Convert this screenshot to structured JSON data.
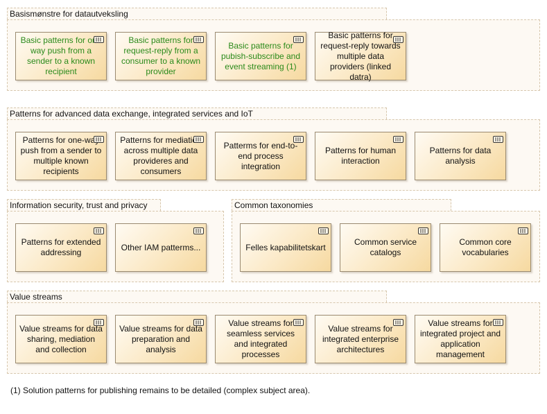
{
  "groups": {
    "g1": {
      "title": "Basismønstre for datautveksling"
    },
    "g2": {
      "title": "Patterns for advanced data exchange, integrated services and IoT"
    },
    "g3": {
      "title": "Information security, trust and privacy"
    },
    "g4": {
      "title": "Common taxonomies"
    },
    "g5": {
      "title": "Value streams"
    }
  },
  "boxes": {
    "b1": "Basic patterns for one way push from a sender to a known recipient",
    "b2": "Basic patterns for request-reply from a consumer to a known provider",
    "b3": "Basic patterns for pubish-subscribe  and event streaming (1)",
    "b4": "Basic patterns for request-reply towards multiple data providers (linked datra)",
    "b5": "Patterns for one-way push from a sender to multiple known recipients",
    "b6": "Patterns for mediation across multiple data provideres and consumers",
    "b7": "Patterms for end-to-end process integration",
    "b8": "Patterns for human interaction",
    "b9": "Patterns for data analysis",
    "b10": "Patterns for extended addressing",
    "b11": "Other IAM patterms...",
    "b12": "Felles kapabilitetskart",
    "b13": "Common service catalogs",
    "b14": "Common core vocabularies",
    "b15": "Value streams for data sharing, mediation and collection",
    "b16": "Value streams for data preparation and analysis",
    "b17": "Value streams for seamless services and integrated processes",
    "b18": "Value streams for integrated  enterprise architectures",
    "b19": "Value streams for integrated project and application management"
  },
  "colors": {
    "green_text": "#2a8a1a",
    "box_fill": "#f6d9a0",
    "group_border": "#d7c7ad"
  },
  "icons": {
    "component": "component-icon"
  },
  "footnote": "(1) Solution patterns for publishing remains to be detailed (complex subject area)."
}
